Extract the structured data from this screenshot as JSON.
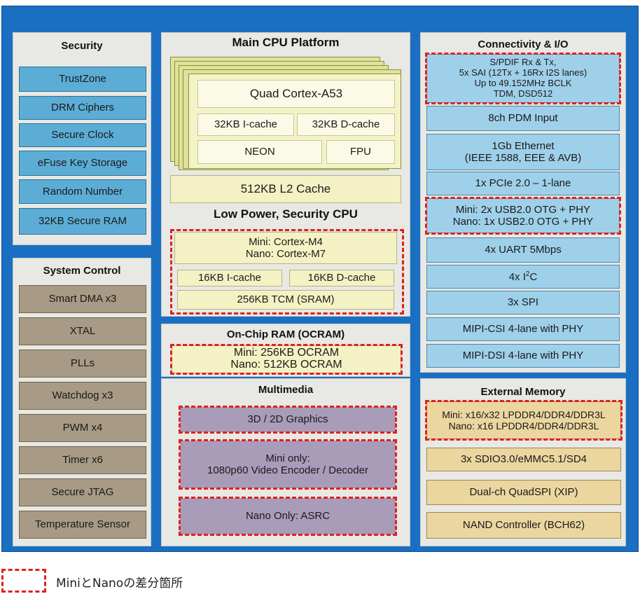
{
  "security": {
    "title": "Security",
    "items": [
      "TrustZone",
      "DRM Ciphers",
      "Secure Clock",
      "eFuse Key Storage",
      "Random Number",
      "32KB Secure RAM"
    ]
  },
  "system_control": {
    "title": "System Control",
    "items": [
      "Smart DMA x3",
      "XTAL",
      "PLLs",
      "Watchdog x3",
      "PWM x4",
      "Timer x6",
      "Secure JTAG",
      "Temperature Sensor"
    ]
  },
  "main_cpu": {
    "title": "Main CPU Platform",
    "core": "Quad Cortex-A53",
    "icache": "32KB I-cache",
    "dcache": "32KB D-cache",
    "neon": "NEON",
    "fpu": "FPU",
    "l2": "512KB L2 Cache"
  },
  "low_power_cpu": {
    "title": "Low Power, Security CPU",
    "core_line1": "Mini:  Cortex-M4",
    "core_line2": "Nano:  Cortex-M7",
    "icache": "16KB I-cache",
    "dcache": "16KB D-cache",
    "tcm": "256KB TCM (SRAM)"
  },
  "ocram": {
    "title": "On-Chip RAM (OCRAM)",
    "line1": "Mini: 256KB OCRAM",
    "line2": "Nano: 512KB OCRAM"
  },
  "multimedia": {
    "title": "Multimedia",
    "graphics": "3D / 2D Graphics",
    "video_line1": "Mini only:",
    "video_line2": "1080p60 Video Encoder / Decoder",
    "asrc": "Nano Only: ASRC"
  },
  "connectivity": {
    "title": "Connectivity & I/O",
    "audio_lines": [
      "S/PDIF Rx & Tx,",
      "5x SAI (12Tx + 16Rx I2S lanes)",
      "Up to 49.152MHz BCLK",
      "TDM, DSD512"
    ],
    "pdm": "8ch PDM Input",
    "eth_line1": "1Gb Ethernet",
    "eth_line2": "(IEEE 1588, EEE & AVB)",
    "pcie": "1x PCIe 2.0 – 1-lane",
    "usb_line1": "Mini: 2x USB2.0 OTG  + PHY",
    "usb_line2": "Nano: 1x USB2.0 OTG  + PHY",
    "uart": "4x UART 5Mbps",
    "i2c_pre": "4x I",
    "i2c_sup": "2",
    "i2c_post": "C",
    "spi": "3x SPI",
    "csi": "MIPI-CSI 4-lane with PHY",
    "dsi": "MIPI-DSI 4-lane with PHY"
  },
  "external_memory": {
    "title": "External Memory",
    "ddr_line1": "Mini: x16/x32  LPDDR4/DDR4/DDR3L",
    "ddr_line2": "Nano: x16  LPDDR4/DDR4/DDR3L",
    "sdio": "3x SDIO3.0/eMMC5.1/SD4",
    "qspi": "Dual-ch QuadSPI (XIP)",
    "nand": "NAND Controller (BCH62)"
  },
  "legend": {
    "text": "MiniとNanoの差分箇所"
  }
}
